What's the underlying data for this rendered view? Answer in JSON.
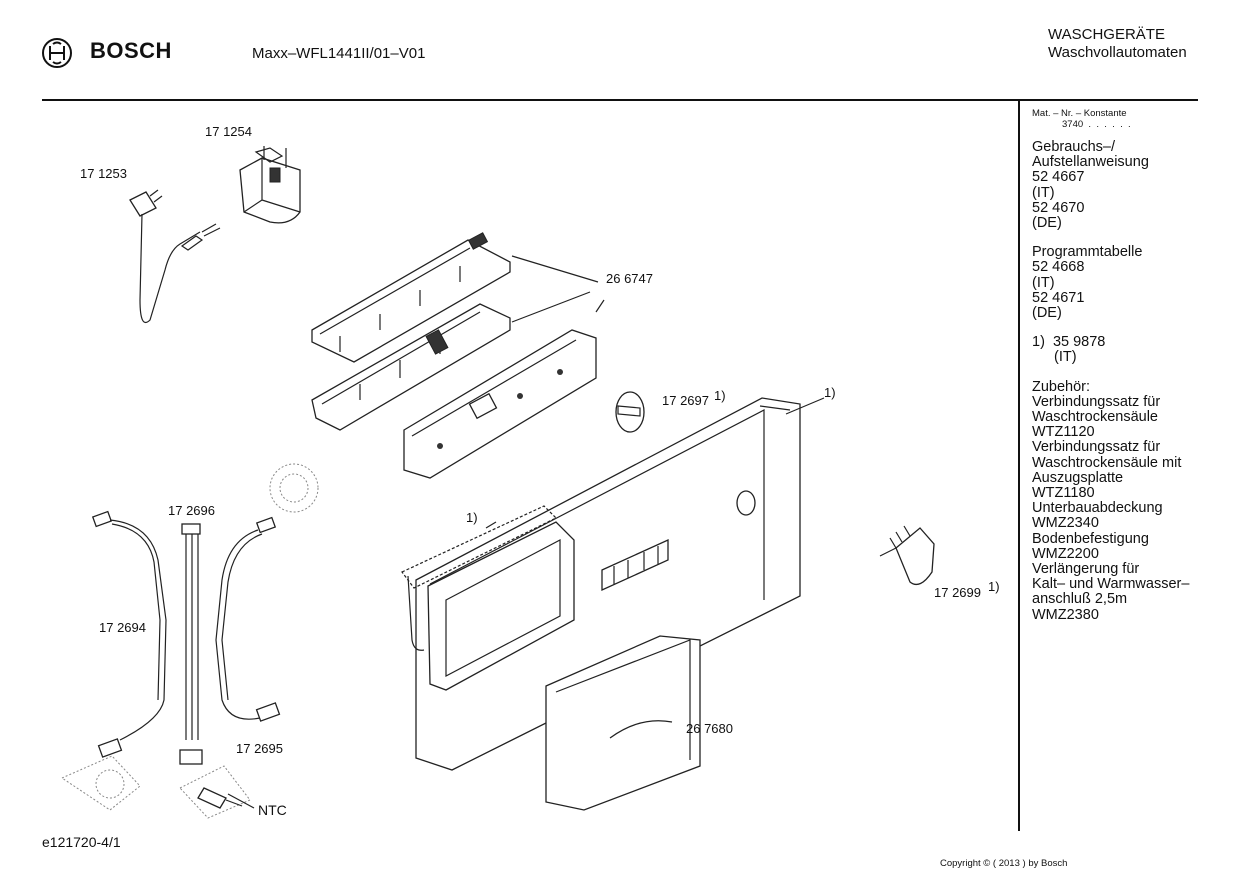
{
  "header": {
    "brand": "BOSCH",
    "model": "Maxx–WFL1441II/01–V01",
    "category_line1": "WASCHGERÄTE",
    "category_line2": "Waschvollautomaten"
  },
  "sidebar": {
    "mat_header": "Mat. – Nr. – Konstante",
    "mat_value": "3740  .  .  .  .  .  .",
    "lines_block1": [
      "Gebrauchs–/",
      "Aufstellanweisung",
      "52 4667",
      "(IT)",
      "52 4670",
      "(DE)"
    ],
    "lines_block2": [
      "Programmtabelle",
      "52 4668",
      "(IT)",
      "52 4671",
      "(DE)"
    ],
    "note_ref": "1)  35 9878",
    "note_country": "(IT)",
    "lines_block3": [
      "Zubehör:",
      "Verbindungssatz für",
      "Waschtrockensäule",
      "WTZ1120",
      "Verbindungssatz für",
      "Waschtrockensäule mit",
      "Auszugsplatte",
      "WTZ1180",
      "Unterbauabdeckung",
      "WMZ2340",
      "Bodenbefestigung",
      "WMZ2200",
      "Verlängerung für",
      "Kalt– und Warmwasser–",
      "anschluß 2,5m",
      "WMZ2380"
    ]
  },
  "parts": {
    "p171253": "17 1253",
    "p171254": "17 1254",
    "p266747": "26 6747",
    "p172697": "17 2697",
    "p172697_note": "1)",
    "panel_note": "1)",
    "seal_note": "1)",
    "p172696": "17 2696",
    "p172694": "17 2694",
    "p172695": "17 2695",
    "ntc": "NTC",
    "p267680": "26 7680",
    "p172699": "17 2699",
    "p172699_note": "1)"
  },
  "footer": {
    "drawing_id": "e121720-4/1",
    "copyright": "Copyright © ( 2013 ) by Bosch"
  }
}
